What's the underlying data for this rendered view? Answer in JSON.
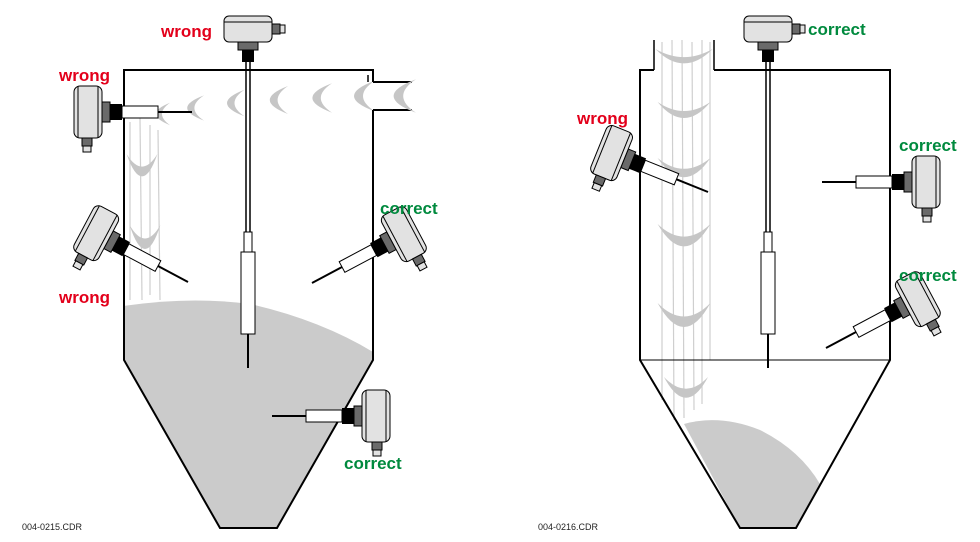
{
  "left_diagram": {
    "ref_code": "004-0215.CDR",
    "labels": {
      "top": "wrong",
      "upper_left": "wrong",
      "lower_left": "wrong",
      "right_middle": "correct",
      "bottom": "correct"
    }
  },
  "right_diagram": {
    "ref_code": "004-0216.CDR",
    "labels": {
      "top": "correct",
      "left": "wrong",
      "right_upper": "correct",
      "right_lower": "correct"
    }
  },
  "colors": {
    "wrong": "#e3001b",
    "correct": "#008a3e",
    "bulk_material": "#cbcbcb"
  }
}
